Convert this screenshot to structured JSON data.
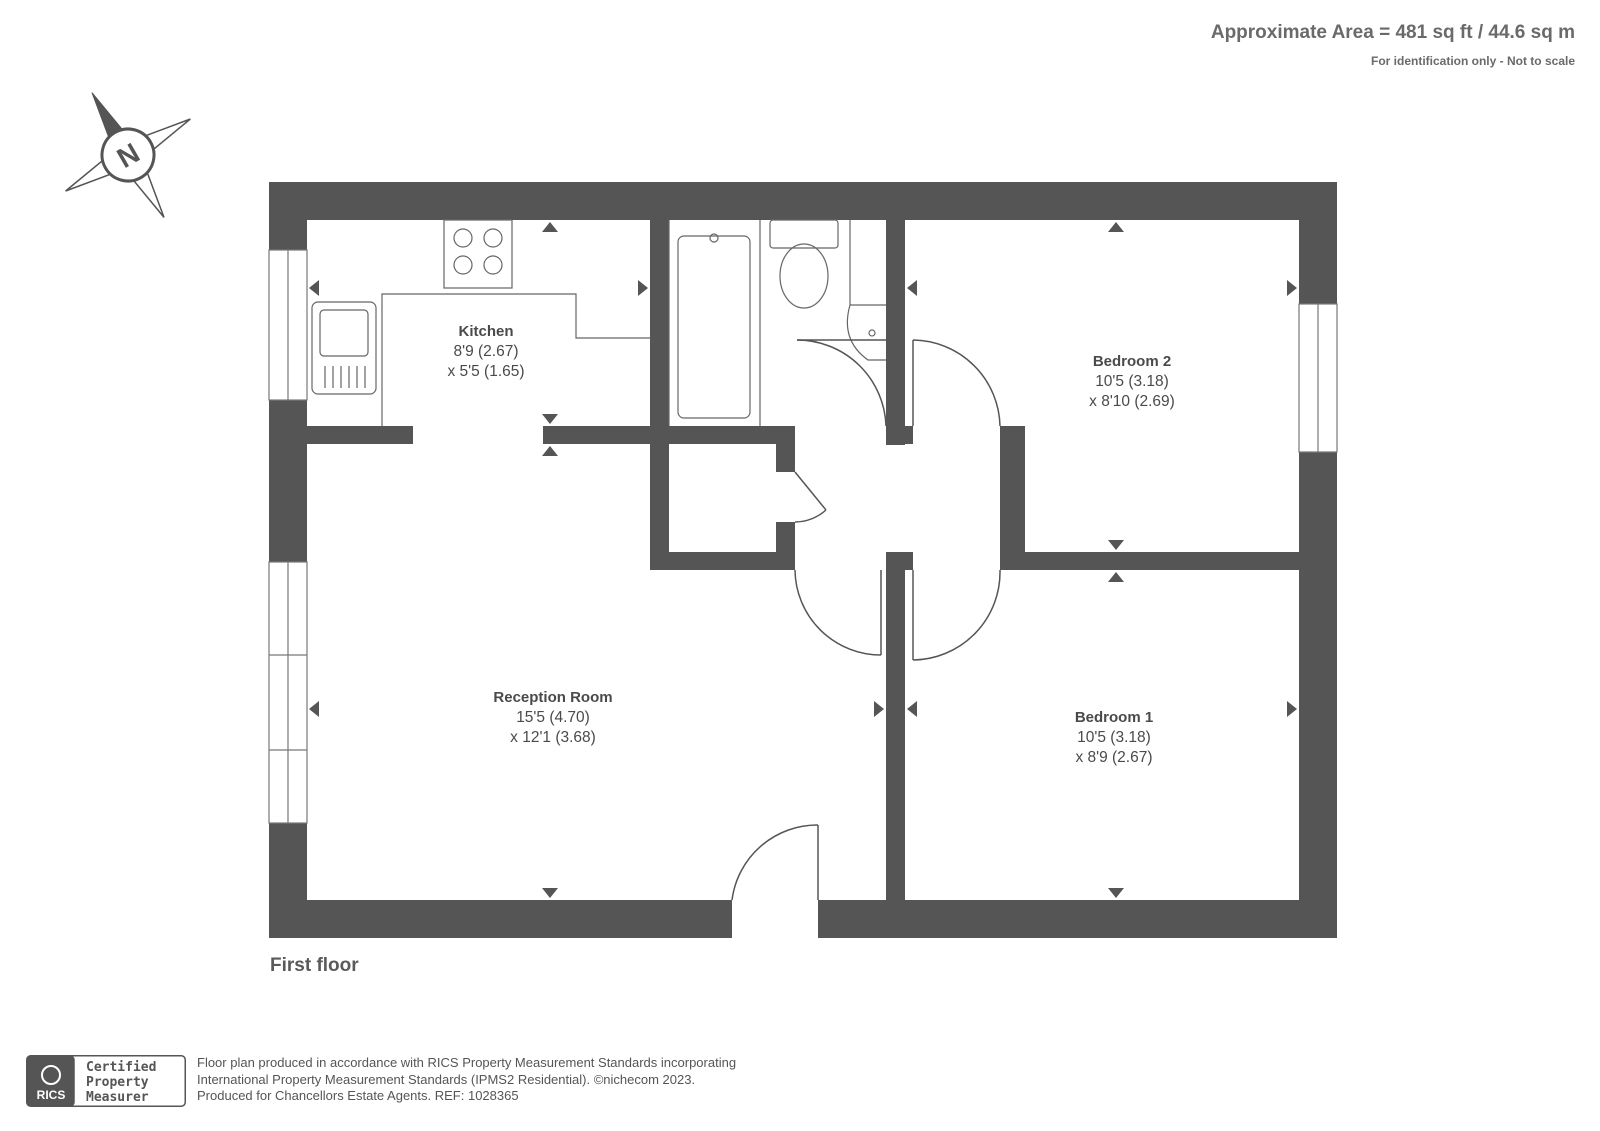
{
  "header": {
    "area": "Approximate Area = 481 sq ft / 44.6 sq m",
    "note": "For identification only - Not to scale"
  },
  "compass": {
    "label": "N",
    "icon": "compass-icon"
  },
  "floor_label": "First floor",
  "rooms": {
    "kitchen": {
      "name": "Kitchen",
      "dim1": "8'9 (2.67)",
      "dim2": "x 5'5 (1.65)"
    },
    "bedroom2": {
      "name": "Bedroom 2",
      "dim1": "10'5 (3.18)",
      "dim2": "x 8'10 (2.69)"
    },
    "reception": {
      "name": "Reception Room",
      "dim1": "15'5 (4.70)",
      "dim2": "x 12'1 (3.68)"
    },
    "bedroom1": {
      "name": "Bedroom 1",
      "dim1": "10'5 (3.18)",
      "dim2": "x 8'9 (2.67)"
    }
  },
  "footer": {
    "logo_brand": "RICS",
    "logo_line1": "Certified",
    "logo_line2": "Property",
    "logo_line3": "Measurer",
    "line1": "Floor plan produced in accordance with RICS Property Measurement Standards incorporating",
    "line2": "International Property Measurement Standards (IPMS2 Residential).   ©nichecom 2023.",
    "line3": "Produced for Chancellors Estate Agents.   REF: 1028365"
  },
  "colors": {
    "wall": "#555555",
    "text": "#4a4a4a",
    "fixture": "#666666"
  }
}
